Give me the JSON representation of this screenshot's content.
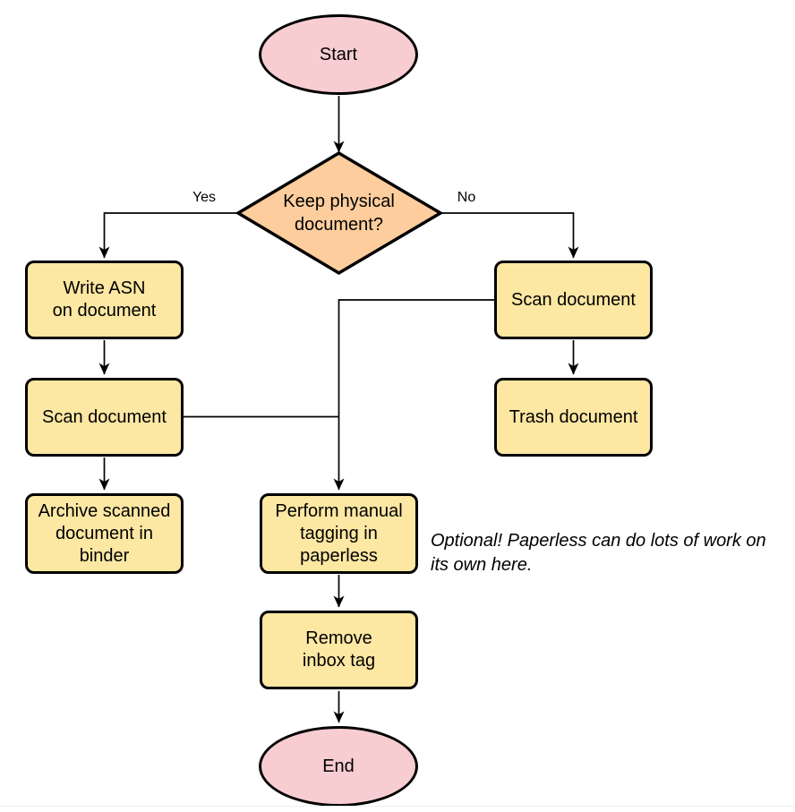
{
  "diagram": {
    "nodes": {
      "start": {
        "label": "Start"
      },
      "decision": {
        "label": "Keep physical\ndocument?"
      },
      "write_asn": {
        "label": "Write ASN\non document"
      },
      "scan_left": {
        "label": "Scan document"
      },
      "archive": {
        "label": "Archive scanned\ndocument in\nbinder"
      },
      "scan_right": {
        "label": "Scan document"
      },
      "trash": {
        "label": "Trash document"
      },
      "tagging": {
        "label": "Perform manual\ntagging in\npaperless"
      },
      "remove_inbox": {
        "label": "Remove\ninbox tag"
      },
      "end": {
        "label": "End"
      }
    },
    "edge_labels": {
      "yes": "Yes",
      "no": "No"
    },
    "note": "Optional! Paperless can do lots of work on\nits own here.",
    "colors": {
      "terminator_fill": "#F8CDD1",
      "decision_fill": "#FDCD9D",
      "process_fill": "#FCE7A3",
      "stroke": "#000000",
      "text": "#000000"
    }
  }
}
